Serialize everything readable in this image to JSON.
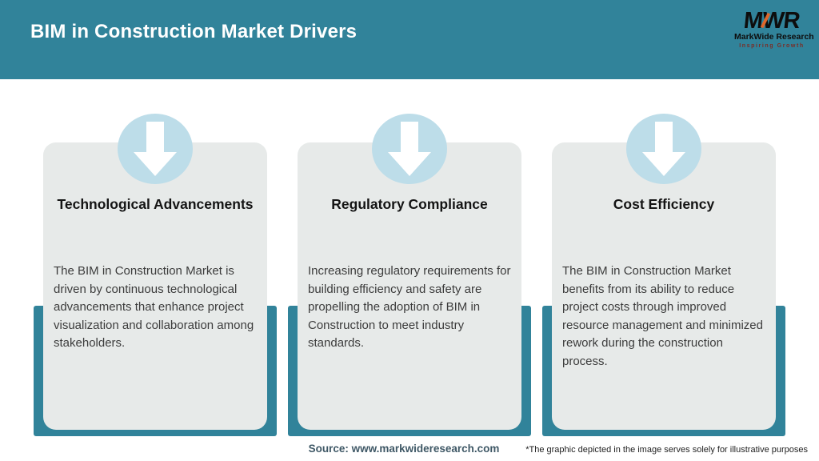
{
  "header": {
    "title": "BIM in Construction Market Drivers",
    "logo": {
      "acronym": "MWR",
      "name": "MarkWide Research",
      "tagline": "Inspiring Growth"
    }
  },
  "cards": [
    {
      "title": "Technological Advancements",
      "body": "The BIM in Construction Market is driven by continuous technological advancements that enhance project visualization and collaboration among stakeholders."
    },
    {
      "title": "Regulatory Compliance",
      "body": "Increasing regulatory requirements for building efficiency and safety are propelling the adoption of BIM in Construction to meet industry standards."
    },
    {
      "title": "Cost Efficiency",
      "body": "The BIM in Construction Market benefits from its ability to reduce project costs through improved resource management and minimized rework during the construction process."
    }
  ],
  "footer": {
    "source": "Source: www.markwideresearch.com",
    "disclaimer": "*The graphic depicted in the image serves solely for illustrative purposes"
  },
  "icons": [
    "down-arrow-icon",
    "down-arrow-icon",
    "down-arrow-icon"
  ],
  "colors": {
    "header_bg": "#31839a",
    "frame_accent": "#31839a",
    "card_bg": "#e7eae9",
    "arrow_circle_bg": "#bddde9",
    "arrow_glyph": "#ffffff",
    "header_title_text": "#ffffff",
    "card_title_text": "#141414",
    "card_body_text": "#3c3c3c",
    "source_text": "#3f5866",
    "disclaimer_text": "#1f1f1f",
    "logo_text": "#0d0d0d",
    "logo_tagline_text": "#7b2d26",
    "logo_accent": "#e0662a"
  }
}
